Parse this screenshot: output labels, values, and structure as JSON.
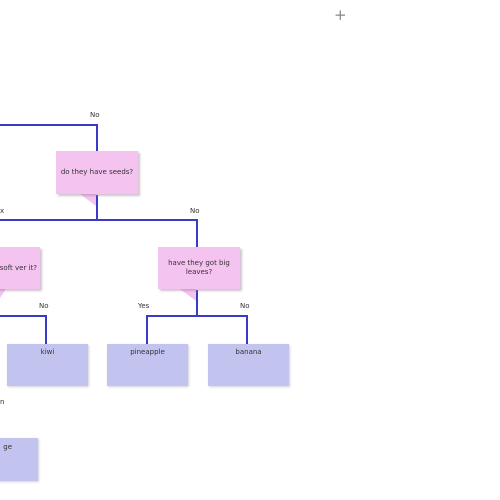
{
  "cursor_glyph": "+",
  "colors": {
    "connector": "#3a3ac8",
    "question_fill": "#f5c3f0",
    "leaf_fill": "#c3c3f0",
    "text": "#333333"
  },
  "questions": {
    "seeds": "do they have seeds?",
    "soft_cover": "got soft ver it?",
    "big_leaves": "have they got big leaves?"
  },
  "leaves": {
    "kiwi": "kiwi",
    "pineapple": "pineapple",
    "banana": "banana",
    "bottom": "ge"
  },
  "branch_labels": {
    "top_no": "No",
    "seeds_yes": "x",
    "seeds_no": "No",
    "soft_no": "No",
    "leaves_yes": "Yes",
    "leaves_no": "No",
    "bottom_partial": "n"
  }
}
